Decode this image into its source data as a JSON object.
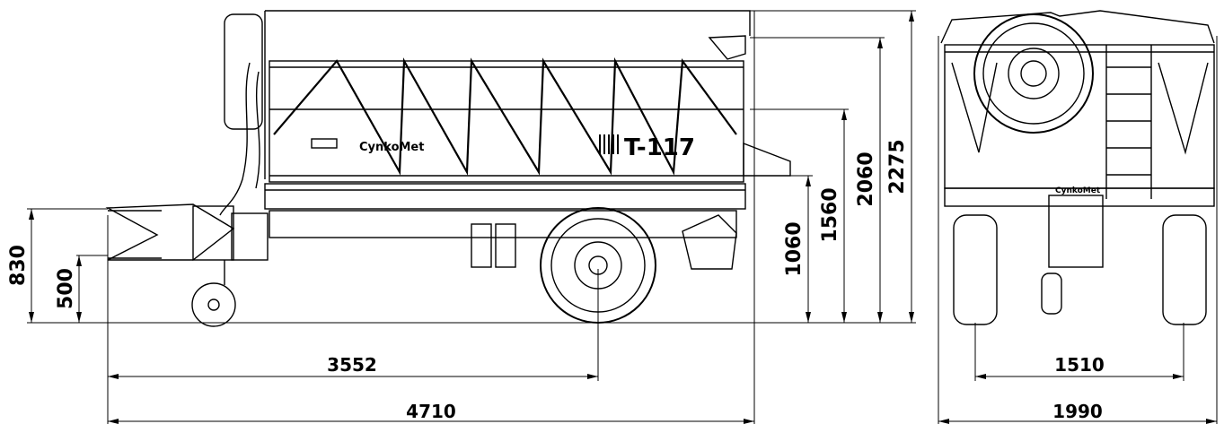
{
  "drawing": {
    "dimensions": {
      "overall_length": "4710",
      "axle_to_drawbar": "3552",
      "overall_height": "2275",
      "height_2060": "2060",
      "height_1560": "1560",
      "height_1060": "1060",
      "drawbar_upper": "830",
      "drawbar_lower": "500",
      "overall_width": "1990",
      "track_width": "1510"
    },
    "labels": {
      "brand_side": "CynkoMet",
      "model_side": "T-117",
      "brand_rear": "CynkoMet"
    }
  }
}
